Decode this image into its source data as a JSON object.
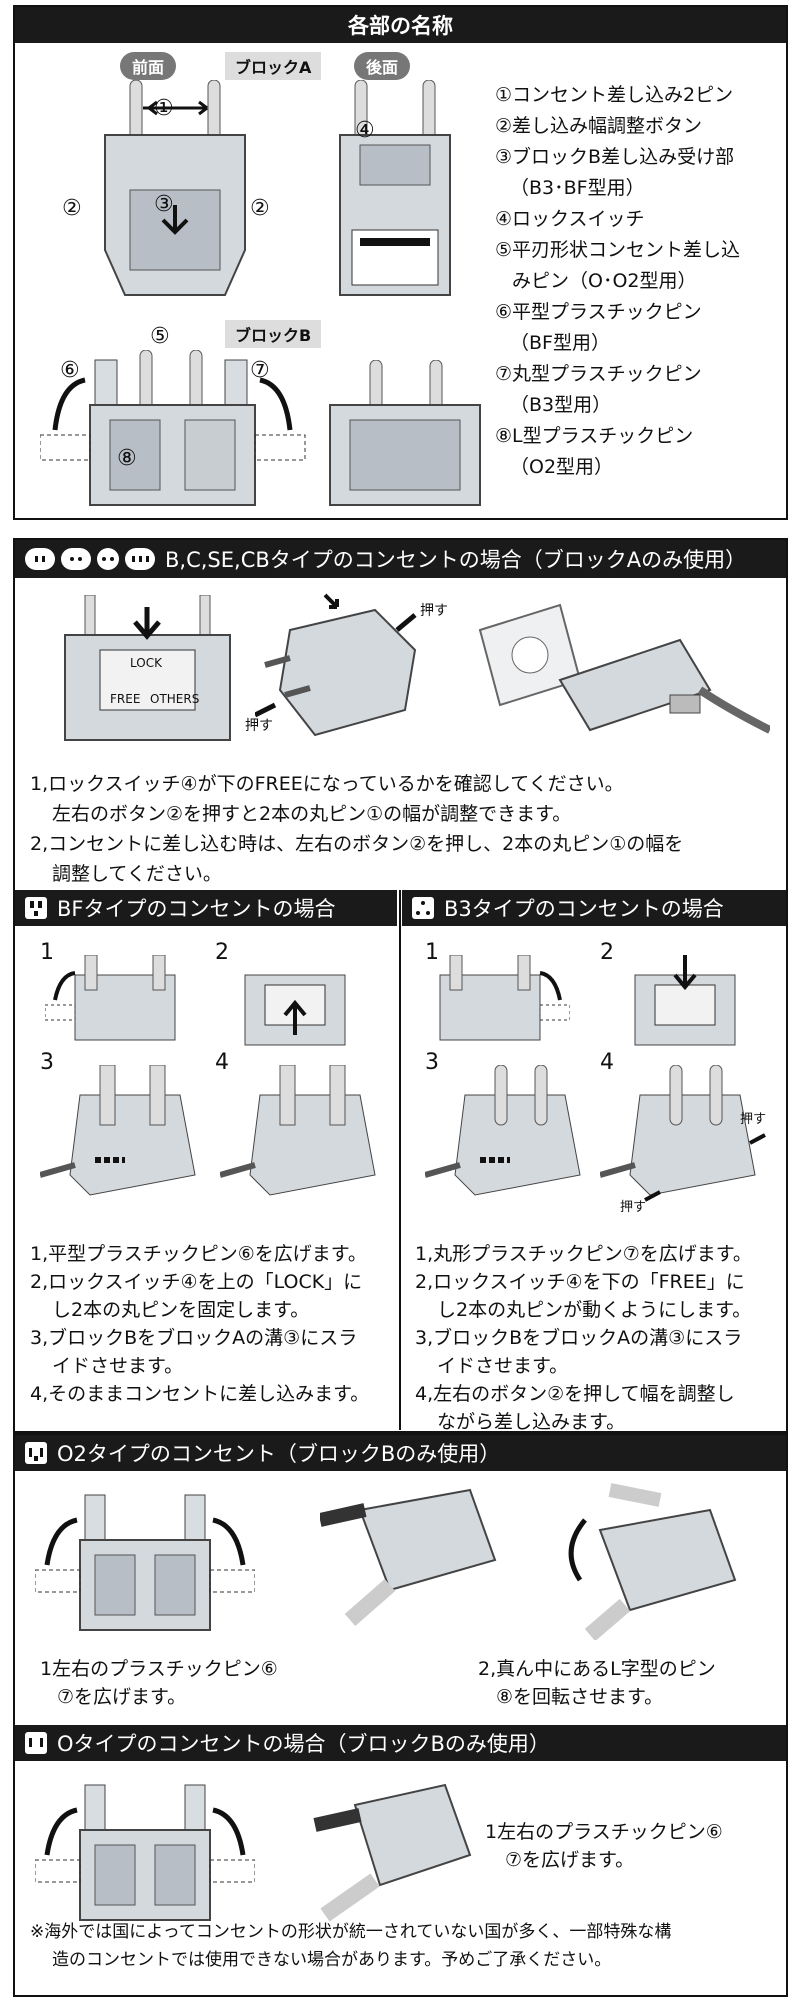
{
  "parts": {
    "header": "各部の名称",
    "front_label": "前面",
    "back_label": "後面",
    "block_a_label": "ブロックA",
    "block_b_label": "ブロックB",
    "markers": [
      "①",
      "②",
      "③",
      "②",
      "④",
      "⑤",
      "⑥",
      "⑦",
      "⑧"
    ],
    "list": [
      "①コンセント差し込み2ピン",
      "②差し込み幅調整ボタン",
      "③ブロックB差し込み受け部",
      "（B3･BF型用）",
      "④ロックスイッチ",
      "⑤平刃形状コンセント差し込",
      "みピン（O･O2型用）",
      "⑥平型プラスチックピン",
      "（BF型用）",
      "⑦丸型プラスチックピン",
      "（B3型用）",
      "⑧L型プラスチックピン",
      "（O2型用）"
    ]
  },
  "section_bc": {
    "header": "B,C,SE,CBタイプのコンセントの場合（ブロックAのみ使用）",
    "lock_labels": [
      "LOCK",
      "FREE",
      "OTHERS"
    ],
    "push_label": "押す",
    "lines": [
      "1,ロックスイッチ④が下のFREEになっているかを確認してください。",
      "左右のボタン②を押すと2本の丸ピン①の幅が調整できます。",
      "2,コンセントに差し込む時は、左右のボタン②を押し、2本の丸ピン①の幅を",
      "調整してください。"
    ]
  },
  "section_bf": {
    "header": "BFタイプのコンセントの場合",
    "steps": [
      "1",
      "2",
      "3",
      "4"
    ],
    "lines": [
      "1,平型プラスチックピン⑥を広げます。",
      "2,ロックスイッチ④を上の「LOCK」に",
      "し2本の丸ピンを固定します。",
      "3,ブロックBをブロックAの溝③にスラ",
      "イドさせます。",
      "4,そのままコンセントに差し込みます。"
    ]
  },
  "section_b3": {
    "header": "B3タイプのコンセントの場合",
    "steps": [
      "1",
      "2",
      "3",
      "4"
    ],
    "push_label": "押す",
    "lines": [
      "1,丸形プラスチックピン⑦を広げます。",
      "2,ロックスイッチ④を下の「FREE」に",
      "し2本の丸ピンが動くようにします。",
      "3,ブロックBをブロックAの溝③にスラ",
      "イドさせます。",
      "4,左右のボタン②を押して幅を調整し",
      "ながら差し込みます。"
    ]
  },
  "section_o2": {
    "header": "O2タイプのコンセント（ブロックBのみ使用）",
    "left_lines": [
      "1左右のプラスチックピン⑥",
      "⑦を広げます。"
    ],
    "right_lines": [
      "2,真ん中にあるL字型のピン",
      "⑧を回転させます。"
    ]
  },
  "section_o": {
    "header": "Oタイプのコンセントの場合（ブロックBのみ使用）",
    "lines": [
      "1左右のプラスチックピン⑥",
      "⑦を広げます。"
    ],
    "notes": [
      "※海外では国によってコンセントの形状が統一されていない国が多く、一部特殊な構",
      "造のコンセントでは使用できない場合があります。予めご了承ください。"
    ]
  },
  "colors": {
    "bar": "#1a1a1a",
    "border": "#111111",
    "device": "#c9ced4"
  }
}
